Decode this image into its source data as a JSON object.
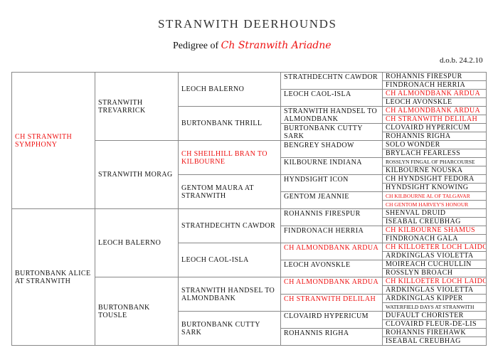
{
  "header": {
    "kennel": "STRANWITH DEERHOUNDS",
    "pedigree_prefix": "Pedigree of",
    "dog_name": "Ch Stranwith Ariadne",
    "dob": "d.o.b.  24.2.10"
  },
  "colors": {
    "champion": "#ee1111",
    "border": "#888888"
  },
  "pedigree": {
    "gen1": [
      {
        "name": "CH STRANWITH SYMPHONY",
        "ch": true
      },
      {
        "name": "BURTONBANK ALICE AT STRANWITH",
        "ch": false
      }
    ],
    "gen2": [
      {
        "name": "STRANWITH TREVARRICK",
        "ch": false
      },
      {
        "name": "STRANWITH MORAG",
        "ch": false
      },
      {
        "name": "LEOCH BALERNO",
        "ch": false
      },
      {
        "name": "BURTONBANK TOUSLE",
        "ch": false
      }
    ],
    "gen3": [
      {
        "name": "LEOCH BALERNO",
        "ch": false
      },
      {
        "name": "BURTONBANK THRILL",
        "ch": false
      },
      {
        "name": "CH SHEILHILL BRAN TO KILBOURNE",
        "ch": true
      },
      {
        "name": "GENTOM MAURA AT STRANWITH",
        "ch": false
      },
      {
        "name": "STRATHDECHTN CAWDOR",
        "ch": false
      },
      {
        "name": "LEOCH CAOL-ISLA",
        "ch": false
      },
      {
        "name": "STRANWITH HANDSEL TO ALMONDBANK",
        "ch": false
      },
      {
        "name": "BURTONBANK CUTTY SARK",
        "ch": false
      }
    ],
    "gen4": [
      {
        "name": "STRATHDECHTN CAWDOR",
        "ch": false
      },
      {
        "name": "LEOCH CAOL-ISLA",
        "ch": false
      },
      {
        "name": "STRANWITH HANDSEL TO ALMONDBANK",
        "ch": false
      },
      {
        "name": "BURTONBANK CUTTY SARK",
        "ch": false
      },
      {
        "name": "BENGREY SHADOW",
        "ch": false
      },
      {
        "name": "KILBOURNE INDIANA",
        "ch": false
      },
      {
        "name": "HYNDSIGHT ICON",
        "ch": false
      },
      {
        "name": "GENTOM JEANNIE",
        "ch": false
      },
      {
        "name": "ROHANNIS FIRESPUR",
        "ch": false
      },
      {
        "name": "FINDRONACH HERRIA",
        "ch": false
      },
      {
        "name": "CH ALMONDBANK ARDUA",
        "ch": true
      },
      {
        "name": "LEOCH AVONSKLE",
        "ch": false
      },
      {
        "name": "CH ALMONDBANK ARDUA",
        "ch": true
      },
      {
        "name": "CH STRANWITH DELILAH",
        "ch": true
      },
      {
        "name": "CLOVAIRD HYPERICUM",
        "ch": false
      },
      {
        "name": "ROHANNIS RIGHA",
        "ch": false
      }
    ],
    "gen5": [
      {
        "name": "ROHANNIS FIRESPUR",
        "ch": false
      },
      {
        "name": "FINDRONACH HERRIA",
        "ch": false
      },
      {
        "name": "CH ALMONDBANK ARDUA",
        "ch": true
      },
      {
        "name": "LEOCH AVONSKLE",
        "ch": false
      },
      {
        "name": "CH ALMONDBANK ARDUA",
        "ch": true
      },
      {
        "name": "CH STRANWITH DELILAH",
        "ch": true
      },
      {
        "name": "CLOVAIRD HYPERICUM",
        "ch": false
      },
      {
        "name": "ROHANNIS RIGHA",
        "ch": false
      },
      {
        "name": "SOLO WONDER",
        "ch": false
      },
      {
        "name": "BRYLACH FEARLESS",
        "ch": false
      },
      {
        "name": "ROSSLYN FINGAL OF PHARCOURSE",
        "ch": false,
        "small": true
      },
      {
        "name": "KILBOURNE NOUSKA",
        "ch": false
      },
      {
        "name": "CH HYNDSIGHT FEDORA",
        "ch": false
      },
      {
        "name": "HYNDSIGHT KNOWING",
        "ch": false
      },
      {
        "name": "CH KILBOURNE AL OF TALGAVAR",
        "ch": true,
        "small": true
      },
      {
        "name": "CH GENTOM HARVEY'S HONOUR",
        "ch": true,
        "small": true
      },
      {
        "name": "SHENVAL DRUID",
        "ch": false
      },
      {
        "name": "ISEABAL CREUBHAG",
        "ch": false
      },
      {
        "name": "CH KILBOURNE SHAMUS",
        "ch": true
      },
      {
        "name": "FINDRONACH GALA",
        "ch": false
      },
      {
        "name": "CH KILLOETER LOCH LAIDON",
        "ch": true
      },
      {
        "name": "ARDKINGLAS VIOLETTA",
        "ch": false
      },
      {
        "name": "MOIREACH CUCHULLIN",
        "ch": false
      },
      {
        "name": "ROSSLYN BROACH",
        "ch": false
      },
      {
        "name": "CH KILLOETER LOCH LAIDON",
        "ch": true
      },
      {
        "name": "ARDKINGLAS VIOLETTA",
        "ch": false
      },
      {
        "name": "ARDKINGLAS KIPPER",
        "ch": false
      },
      {
        "name": "WATERFIELD DAYS AT STRANWITH",
        "ch": false,
        "small": true
      },
      {
        "name": "DUFAULT CHORISTER",
        "ch": false
      },
      {
        "name": "CLOVAIRD FLEUR-DE-LIS",
        "ch": false
      },
      {
        "name": "ROHANNIS FIREHAWK",
        "ch": false
      },
      {
        "name": "ISEABAL CREUBHAG",
        "ch": false
      }
    ]
  }
}
